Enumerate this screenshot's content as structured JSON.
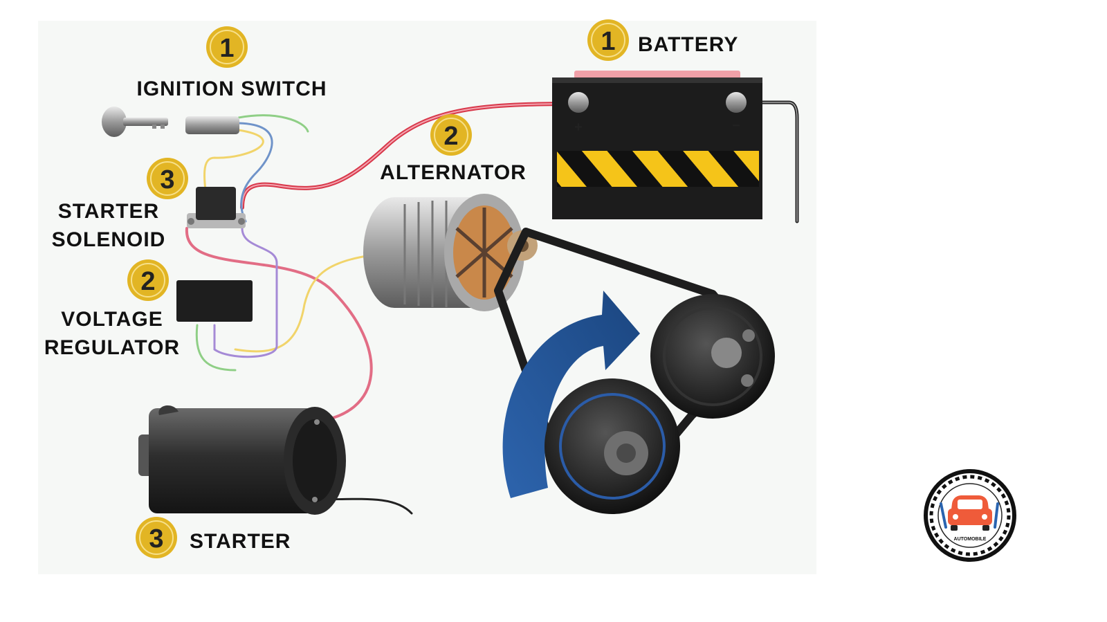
{
  "diagram": {
    "colors": {
      "badge": "#e2b524",
      "wire_red": "#d8384a",
      "wire_pink": "#e88aa0",
      "wire_yellow": "#f1d46a",
      "wire_blue": "#6f93c9",
      "wire_green": "#8fcf86",
      "wire_purple": "#a58ad6",
      "arrow_blue": "#24589c",
      "hazard_yellow": "#f5c419",
      "battery_body": "#1c1c1c",
      "logo_car": "#ef5b3a"
    },
    "components": {
      "ignition_switch": {
        "badge": "1",
        "label": "IGNITION SWITCH"
      },
      "battery": {
        "badge": "1",
        "label": "BATTERY"
      },
      "alternator": {
        "badge": "2",
        "label": "ALTERNATOR"
      },
      "starter_solenoid": {
        "badge": "3",
        "label_line1": "STARTER",
        "label_line2": "SOLENOID"
      },
      "voltage_regulator": {
        "badge": "2",
        "label_line1": "VOLTAGE",
        "label_line2": "REGULATOR"
      },
      "starter": {
        "badge": "3",
        "label": "STARTER"
      }
    },
    "battery_terminals": {
      "positive": "+",
      "negative": "−"
    },
    "logo": {
      "text": "AUTOMOBILE",
      "icon": "car-icon"
    }
  }
}
